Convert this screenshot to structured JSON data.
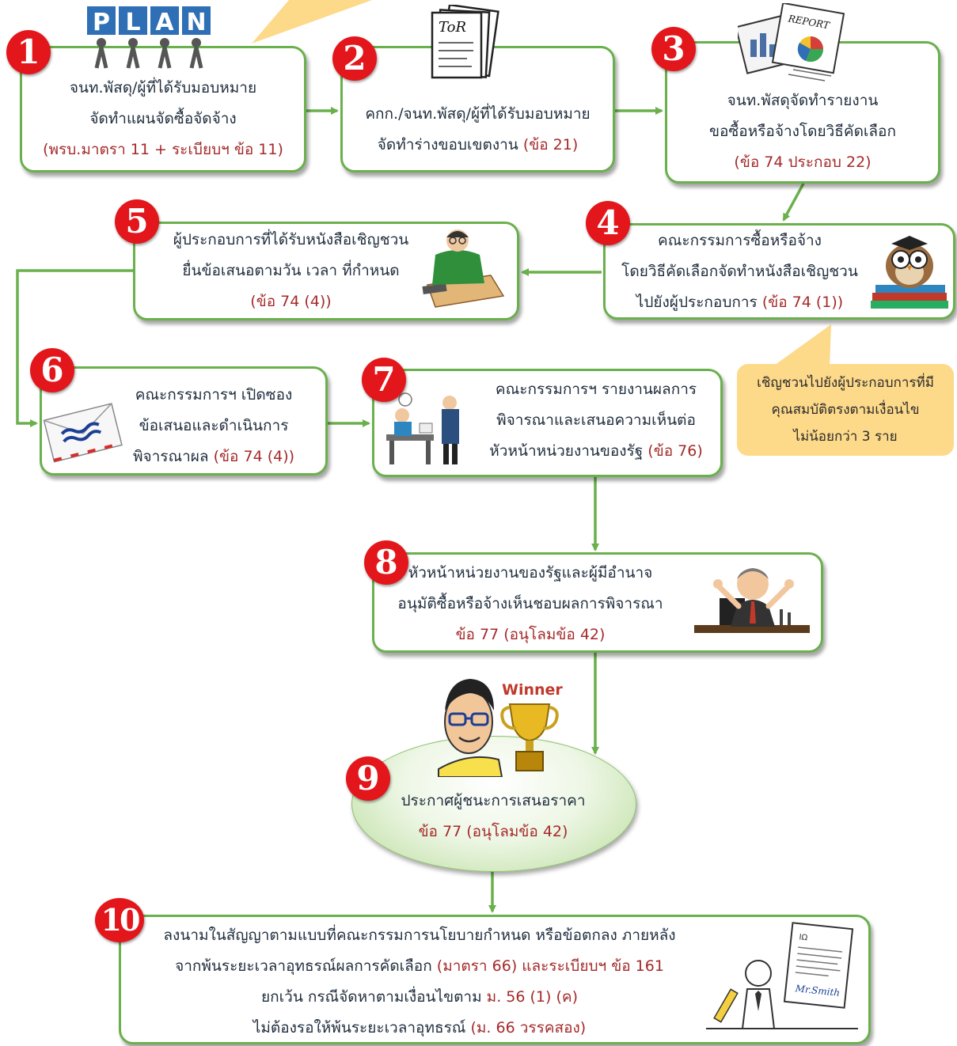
{
  "colors": {
    "connector": "#6ab04c",
    "border": "#6ab04c",
    "badge": "#e3161b",
    "note_bg": "#fdd98a",
    "emphasis": "#a52a2a"
  },
  "steps": [
    {
      "number": "1",
      "lines": [
        "จนท.พัสดุ/ผู้ที่ได้รับมอบหมาย",
        "จัดทำแผนจัดซื้อจัดจ้าง",
        "(พรบ.มาตรา 11 + ระเบียบฯ ข้อ 11)"
      ],
      "icon": "plan-icon",
      "icon_text": "PLAN"
    },
    {
      "number": "2",
      "lines": [
        "คกก./จนท.พัสดุ/ผู้ที่ได้รับมอบหมาย",
        "จัดทำร่างขอบเขตงาน",
        "(ข้อ 21)"
      ],
      "icon": "tor-document-icon",
      "icon_text": "ToR"
    },
    {
      "number": "3",
      "lines": [
        "จนท.พัสดุจัดทำรายงาน",
        "ขอซื้อหรือจ้างโดยวิธีคัดเลือก",
        "(ข้อ 74 ประกอบ 22)"
      ],
      "icon": "report-icon",
      "icon_text": "REPORT"
    },
    {
      "number": "4",
      "lines": [
        "คณะกรรมการซื้อหรือจ้าง",
        "โดยวิธีคัดเลือกจัดทำหนังสือเชิญชวน",
        "ไปยังผู้ประกอบการ",
        "(ข้อ 74 (1))"
      ],
      "icon": "owl-books-icon"
    },
    {
      "number": "5",
      "lines": [
        "ผู้ประกอบการที่ได้รับหนังสือเชิญชวน",
        "ยื่นข้อเสนอตามวัน เวลา ที่กำหนด",
        "(ข้อ 74 (4))"
      ],
      "icon": "writer-desk-icon"
    },
    {
      "number": "6",
      "lines": [
        "คณะกรรมการฯ เปิดซอง",
        "ข้อเสนอและดำเนินการ",
        "พิจารณาผล",
        "(ข้อ 74 (4))"
      ],
      "icon": "envelope-icon"
    },
    {
      "number": "7",
      "lines": [
        "คณะกรรมการฯ รายงานผลการ",
        "พิจารณาและเสนอความเห็นต่อ",
        "หัวหน้าหน่วยงานของรัฐ",
        "(ข้อ 76)"
      ],
      "icon": "office-report-icon"
    },
    {
      "number": "8",
      "lines": [
        "หัวหน้าหน่วยงานของรัฐและผู้มีอำนาจ",
        "อนุมัติซื้อหรือจ้างเห็นชอบผลการพิจารณา",
        "ข้อ 77 (อนุโลมข้อ 42)"
      ],
      "icon": "boss-desk-icon"
    },
    {
      "number": "9",
      "lines": [
        "ประกาศผู้ชนะการเสนอราคา",
        "ข้อ 77 (อนุโลมข้อ 42)"
      ],
      "icon": "winner-trophy-icon",
      "icon_text": "Winner"
    },
    {
      "number": "10",
      "lines": [
        "ลงนามในสัญญาตามแบบที่คณะกรรมการนโยบายกำหนด หรือข้อตกลง ภายหลัง",
        "จากพ้นระยะเวลาอุทธรณ์ผลการคัดเลือก",
        "(มาตรา 66) และระเบียบฯ ข้อ 161",
        "ยกเว้น กรณีจัดหาตามเงื่อนไขตาม",
        "ม. 56 (1) (ค)",
        "ไม่ต้องรอให้พ้นระยะเวลาอุทธรณ์",
        "(ม. 66 วรรคสอง)"
      ],
      "icon": "contract-signing-icon",
      "icon_text": "Mr.Smith"
    }
  ],
  "note": {
    "lines": [
      "เชิญชวนไปยังผู้ประกอบการที่มี",
      "คุณสมบัติตรงตามเงื่อนไข",
      "ไม่น้อยกว่า 3 ราย"
    ]
  }
}
